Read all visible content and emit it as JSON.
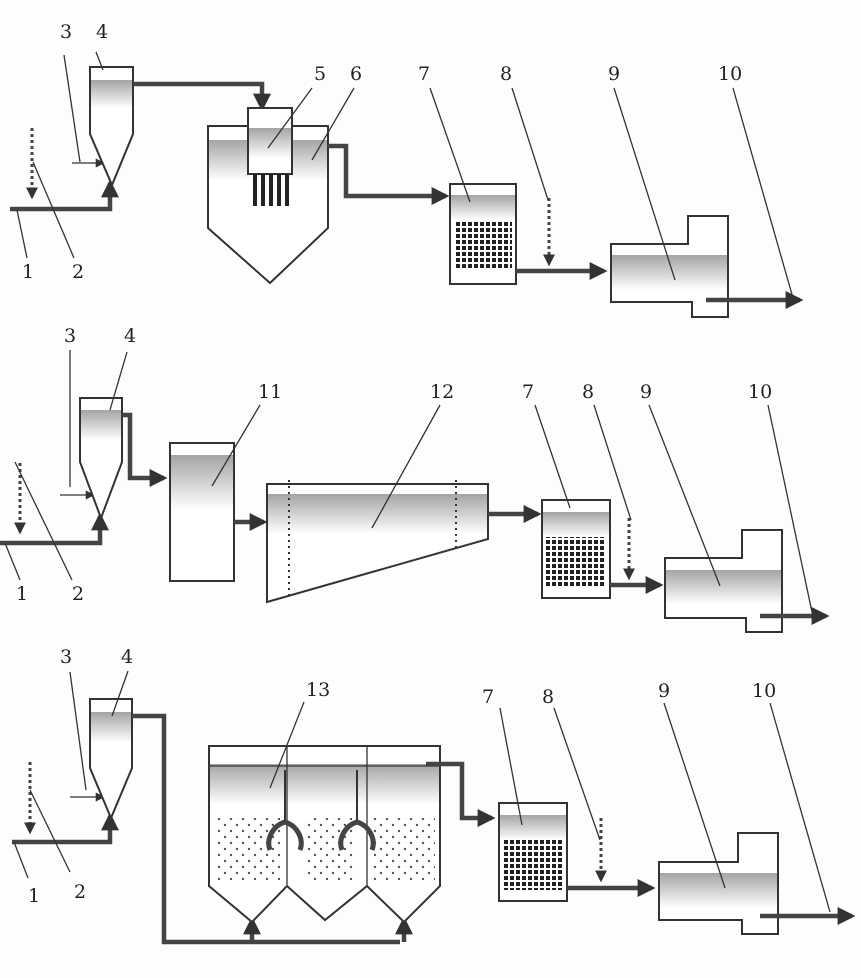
{
  "labels": {
    "n1": "1",
    "n2": "2",
    "n3": "3",
    "n4": "4",
    "n5": "5",
    "n6": "6",
    "n7": "7",
    "n8": "8",
    "n9": "9",
    "n10": "10",
    "n11": "11",
    "n12": "12",
    "n13": "13"
  },
  "icons": [
    "arrow-head-icon",
    "dotted-arrow-icon"
  ]
}
